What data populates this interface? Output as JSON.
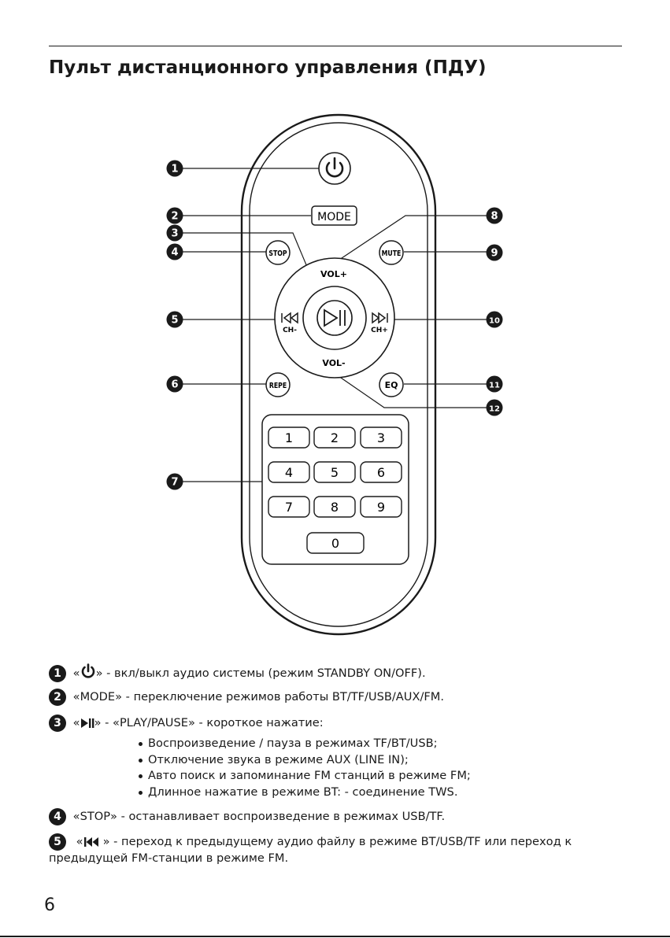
{
  "page": {
    "title": "Пульт дистанционного управления (ПДУ)",
    "page_number": "6"
  },
  "remote": {
    "buttons": {
      "mode": "MODE",
      "stop": "STOP",
      "mute": "MUTE",
      "vol_up": "VOL+",
      "vol_down": "VOL-",
      "repe": "REPE",
      "eq": "EQ",
      "prev_ch": "CH-",
      "next_ch": "CH+"
    },
    "keypad": [
      "1",
      "2",
      "3",
      "4",
      "5",
      "6",
      "7",
      "8",
      "9",
      "0"
    ],
    "callouts": [
      "1",
      "2",
      "3",
      "4",
      "5",
      "6",
      "7",
      "8",
      "9",
      "10",
      "11",
      "12"
    ]
  },
  "legend": {
    "item1": {
      "num": "1",
      "open": "«",
      "close": "»",
      "text": " - вкл/выкл аудио системы (режим STANDBY ON/OFF)."
    },
    "item2": {
      "num": "2",
      "text": "«MODE» - переключение режимов работы BT/TF/USB/AUX/FM."
    },
    "item3": {
      "num": "3",
      "open": "«",
      "close": "»",
      "text": " - «PLAY/PAUSE» -  короткое нажатие:"
    },
    "item3_bullets": [
      "Воспроизведение / пауза в режимах TF/BT/USB;",
      "Отключение звука в режиме AUX (LINE IN);",
      "Авто поиск и запоминание FM станций в режиме FM;",
      "Длинное нажатие в режиме BT: - соединение TWS."
    ],
    "item4": {
      "num": "4",
      "text": "«STOP» - останавливает воспроизведение в режимах USB/TF."
    },
    "item5": {
      "num": "5",
      "open": "«",
      "close": "»",
      "text_line1": " - переход к предыдущему аудио файлу в режиме BT/USB/TF или переход к",
      "text_line2": "предыдущей FM-станции в режиме FM."
    }
  }
}
